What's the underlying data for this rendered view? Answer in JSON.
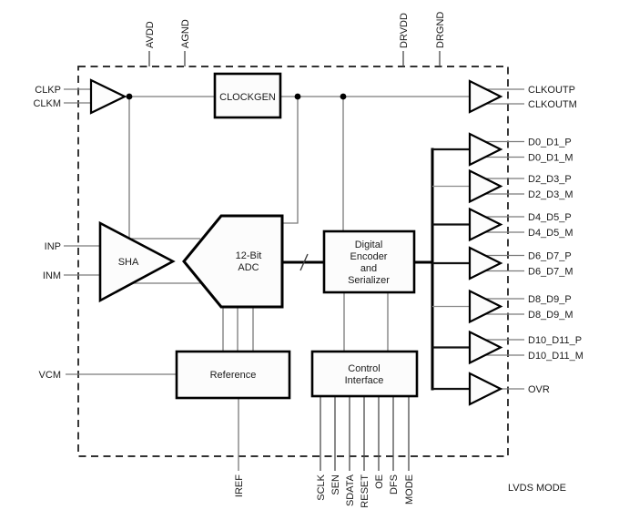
{
  "diagram": {
    "title_note": "LVDS MODE",
    "colors": {
      "background": "#ffffff",
      "block_outline": "#000000",
      "block_fill": "#fcfcfc",
      "thin_wire": "#7a7a7a",
      "thick_bus": "#000000",
      "text": "#1a1a1a"
    },
    "pins": {
      "top": [
        {
          "label": "AVDD"
        },
        {
          "label": "AGND"
        },
        {
          "label": "DRVDD"
        },
        {
          "label": "DRGND"
        }
      ],
      "left": [
        {
          "label": "CLKP"
        },
        {
          "label": "CLKM"
        },
        {
          "label": "INP"
        },
        {
          "label": "INM"
        },
        {
          "label": "VCM"
        }
      ],
      "right": [
        {
          "label": "CLKOUTP"
        },
        {
          "label": "CLKOUTM"
        },
        {
          "label": "D0_D1_P"
        },
        {
          "label": "D0_D1_M"
        },
        {
          "label": "D2_D3_P"
        },
        {
          "label": "D2_D3_M"
        },
        {
          "label": "D4_D5_P"
        },
        {
          "label": "D4_D5_M"
        },
        {
          "label": "D6_D7_P"
        },
        {
          "label": "D6_D7_M"
        },
        {
          "label": "D8_D9_P"
        },
        {
          "label": "D8_D9_M"
        },
        {
          "label": "D10_D11_P"
        },
        {
          "label": "D10_D11_M"
        },
        {
          "label": "OVR"
        }
      ],
      "bottom": [
        {
          "label": "IREF"
        },
        {
          "label": "SCLK"
        },
        {
          "label": "SEN"
        },
        {
          "label": "SDATA"
        },
        {
          "label": "RESET"
        },
        {
          "label": "OE"
        },
        {
          "label": "DFS"
        },
        {
          "label": "MODE"
        }
      ]
    },
    "blocks": {
      "clockgen": {
        "label": "CLOCKGEN"
      },
      "sha": {
        "label": "SHA"
      },
      "adc": {
        "lines": [
          "12-Bit",
          "ADC"
        ]
      },
      "encoder": {
        "lines": [
          "Digital",
          "Encoder",
          "and",
          "Serializer"
        ]
      },
      "reference": {
        "label": "Reference"
      },
      "control": {
        "lines": [
          "Control",
          "Interface"
        ]
      }
    }
  }
}
